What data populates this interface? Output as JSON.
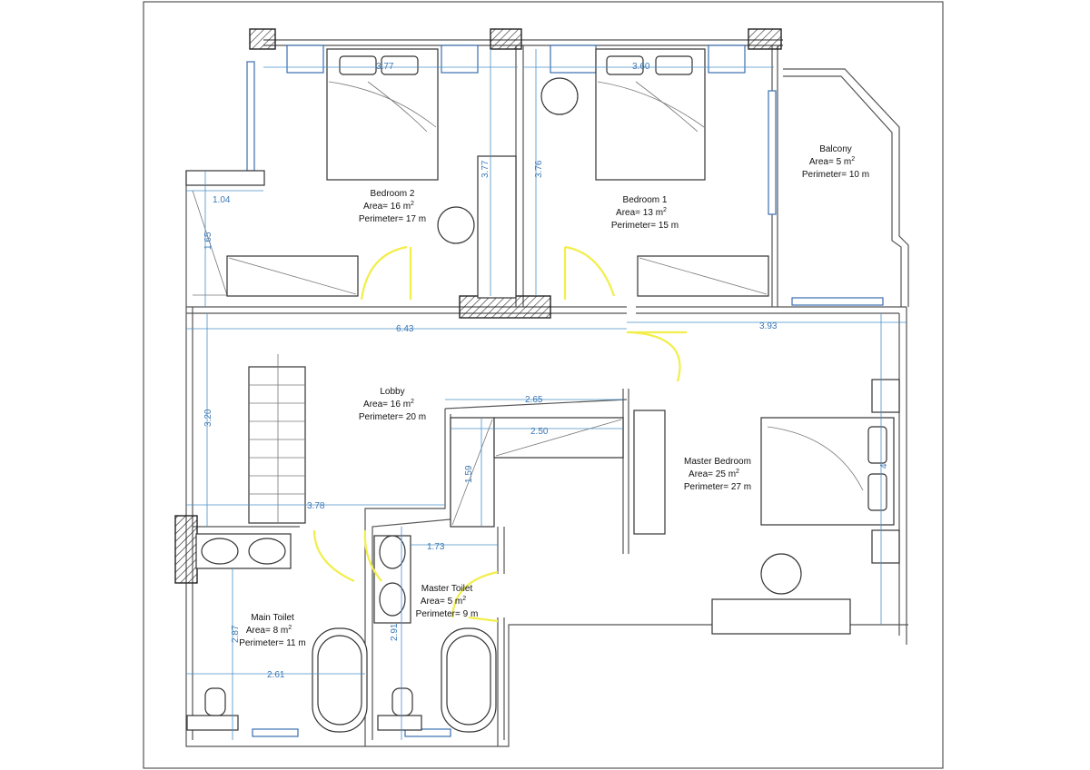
{
  "rooms": {
    "bedroom2": {
      "name": "Bedroom 2",
      "area": "Area= 16 m",
      "perimeter": "Perimeter= 17 m"
    },
    "bedroom1": {
      "name": "Bedroom 1",
      "area": "Area= 13 m",
      "perimeter": "Perimeter= 15 m"
    },
    "balcony": {
      "name": "Balcony",
      "area": "Area= 5 m",
      "perimeter": "Perimeter= 10 m"
    },
    "lobby": {
      "name": "Lobby",
      "area": "Area= 16 m",
      "perimeter": "Perimeter= 20 m"
    },
    "master_bedroom": {
      "name": "Master Bedroom",
      "area": "Area= 25 m",
      "perimeter": "Perimeter= 27 m"
    },
    "master_toilet": {
      "name": "Master Toilet",
      "area": "Area= 5 m",
      "perimeter": "Perimeter= 9 m"
    },
    "main_toilet": {
      "name": "Main Toilet",
      "area": "Area= 8 m",
      "perimeter": "Perimeter= 11 m"
    },
    "unit_sup": "2"
  },
  "dimensions": {
    "bed2_width": "3.77",
    "bed1_width": "3.60",
    "bed2_depth": "3.77",
    "bed1_depth": "3.76",
    "closet_w": "1.04",
    "closet_h": "1.65",
    "lobby_w": "6.43",
    "right_w": "3.93",
    "lobby_h": "3.20",
    "stair_w": "2.65",
    "stair_inner": "2.50",
    "stair_h": "1.59",
    "toilet_top": "3.78",
    "master_toilet_w": "1.73",
    "main_toilet_h": "2.87",
    "master_toilet_h": "2.91",
    "main_toilet_w": "2.61",
    "master_bed_h": "4"
  }
}
